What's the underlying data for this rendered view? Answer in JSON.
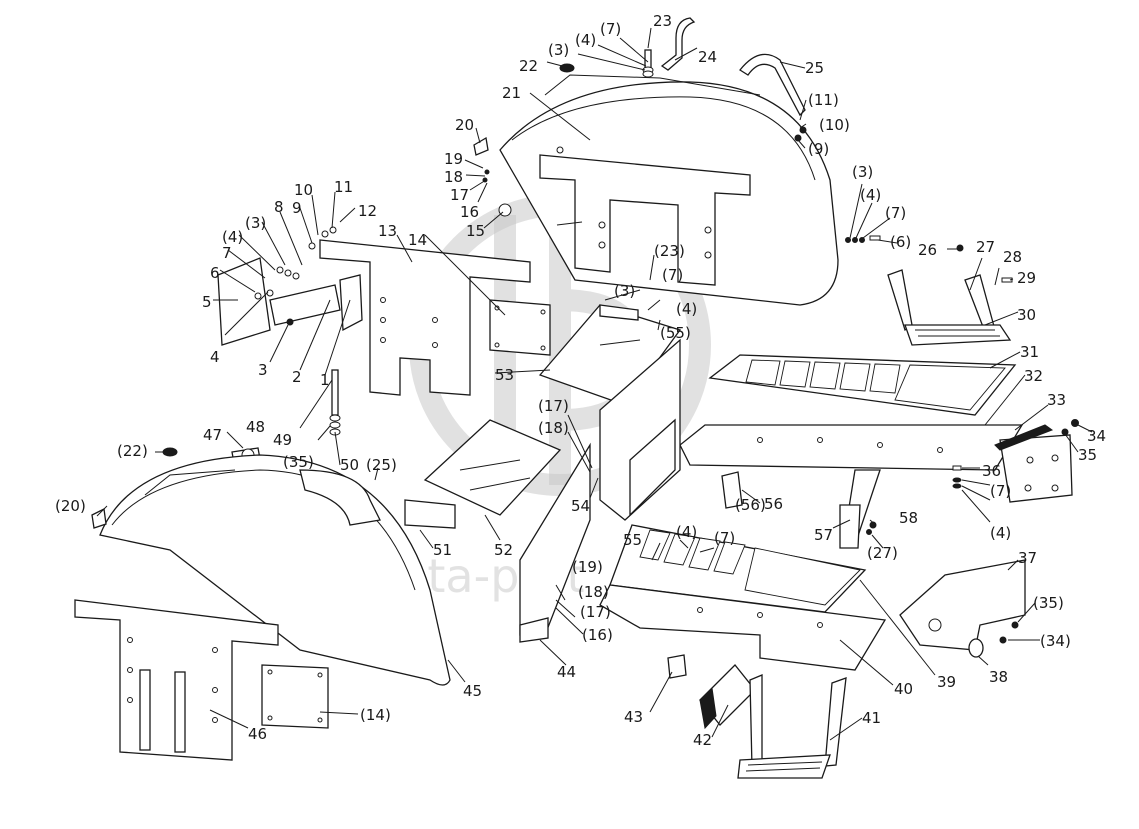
{
  "watermark": {
    "text": "data-part"
  },
  "labels": [
    {
      "id": "l1",
      "text": "1"
    },
    {
      "id": "l2",
      "text": "2"
    },
    {
      "id": "l3",
      "text": "3"
    },
    {
      "id": "l4",
      "text": "4"
    },
    {
      "id": "l5",
      "text": "5"
    },
    {
      "id": "l6",
      "text": "6"
    },
    {
      "id": "l7",
      "text": "7"
    },
    {
      "id": "l8",
      "text": "8"
    },
    {
      "id": "l9",
      "text": "9"
    },
    {
      "id": "l10",
      "text": "10"
    },
    {
      "id": "l11",
      "text": "11"
    },
    {
      "id": "l12",
      "text": "12"
    },
    {
      "id": "l13",
      "text": "13"
    },
    {
      "id": "l14",
      "text": "14"
    },
    {
      "id": "l15",
      "text": "15"
    },
    {
      "id": "l16",
      "text": "16"
    },
    {
      "id": "l17",
      "text": "17"
    },
    {
      "id": "l18",
      "text": "18"
    },
    {
      "id": "l19",
      "text": "19"
    },
    {
      "id": "l20",
      "text": "20"
    },
    {
      "id": "l21",
      "text": "21"
    },
    {
      "id": "l22",
      "text": "22"
    },
    {
      "id": "l23",
      "text": "23"
    },
    {
      "id": "l24",
      "text": "24"
    },
    {
      "id": "l25",
      "text": "25"
    },
    {
      "id": "l26",
      "text": "26"
    },
    {
      "id": "l27",
      "text": "27"
    },
    {
      "id": "l28",
      "text": "28"
    },
    {
      "id": "l29",
      "text": "29"
    },
    {
      "id": "l30",
      "text": "30"
    },
    {
      "id": "l31",
      "text": "31"
    },
    {
      "id": "l32",
      "text": "32"
    },
    {
      "id": "l33",
      "text": "33"
    },
    {
      "id": "l34",
      "text": "34"
    },
    {
      "id": "l35",
      "text": "35"
    },
    {
      "id": "l36",
      "text": "36"
    },
    {
      "id": "l37",
      "text": "37"
    },
    {
      "id": "l38",
      "text": "38"
    },
    {
      "id": "l39",
      "text": "39"
    },
    {
      "id": "l40",
      "text": "40"
    },
    {
      "id": "l41",
      "text": "41"
    },
    {
      "id": "l42",
      "text": "42"
    },
    {
      "id": "l43",
      "text": "43"
    },
    {
      "id": "l44",
      "text": "44"
    },
    {
      "id": "l45",
      "text": "45"
    },
    {
      "id": "l46",
      "text": "46"
    },
    {
      "id": "l47",
      "text": "47"
    },
    {
      "id": "l48",
      "text": "48"
    },
    {
      "id": "l49",
      "text": "49"
    },
    {
      "id": "l50",
      "text": "50"
    },
    {
      "id": "l51",
      "text": "51"
    },
    {
      "id": "l52",
      "text": "52"
    },
    {
      "id": "l53",
      "text": "53"
    },
    {
      "id": "l54",
      "text": "54"
    },
    {
      "id": "l55",
      "text": "55"
    },
    {
      "id": "l56",
      "text": "56"
    },
    {
      "id": "l57",
      "text": "57"
    },
    {
      "id": "l58",
      "text": "58"
    },
    {
      "id": "p3a",
      "text": "(3)"
    },
    {
      "id": "p4a",
      "text": "(4)"
    },
    {
      "id": "p7a",
      "text": "(7)"
    },
    {
      "id": "p11",
      "text": "(11)"
    },
    {
      "id": "p10",
      "text": "(10)"
    },
    {
      "id": "p9",
      "text": "(9)"
    },
    {
      "id": "p3b",
      "text": "(3)"
    },
    {
      "id": "p4b",
      "text": "(4)"
    },
    {
      "id": "p7b",
      "text": "(7)"
    },
    {
      "id": "p6",
      "text": "(6)"
    },
    {
      "id": "p23",
      "text": "(23)"
    },
    {
      "id": "p7c",
      "text": "(7)"
    },
    {
      "id": "p3c",
      "text": "(3)"
    },
    {
      "id": "p4c",
      "text": "(4)"
    },
    {
      "id": "p55",
      "text": "(55)"
    },
    {
      "id": "p4",
      "text": "(4)"
    },
    {
      "id": "p3d",
      "text": "(3)"
    },
    {
      "id": "p4d",
      "text": "(4)"
    },
    {
      "id": "p7d",
      "text": "(7)"
    },
    {
      "id": "p22",
      "text": "(22)"
    },
    {
      "id": "p20",
      "text": "(20)"
    },
    {
      "id": "p25",
      "text": "(25)"
    },
    {
      "id": "p35a",
      "text": "(35)"
    },
    {
      "id": "p17a",
      "text": "(17)"
    },
    {
      "id": "p18a",
      "text": "(18)"
    },
    {
      "id": "p56",
      "text": "(56)"
    },
    {
      "id": "p27",
      "text": "(27)"
    },
    {
      "id": "p4e",
      "text": "(4)"
    },
    {
      "id": "p7e",
      "text": "(7)"
    },
    {
      "id": "p19",
      "text": "(19)"
    },
    {
      "id": "p18b",
      "text": "(18)"
    },
    {
      "id": "p17b",
      "text": "(17)"
    },
    {
      "id": "p16",
      "text": "(16)"
    },
    {
      "id": "p14",
      "text": "(14)"
    },
    {
      "id": "p35b",
      "text": "(35)"
    },
    {
      "id": "p34",
      "text": "(34)"
    }
  ]
}
